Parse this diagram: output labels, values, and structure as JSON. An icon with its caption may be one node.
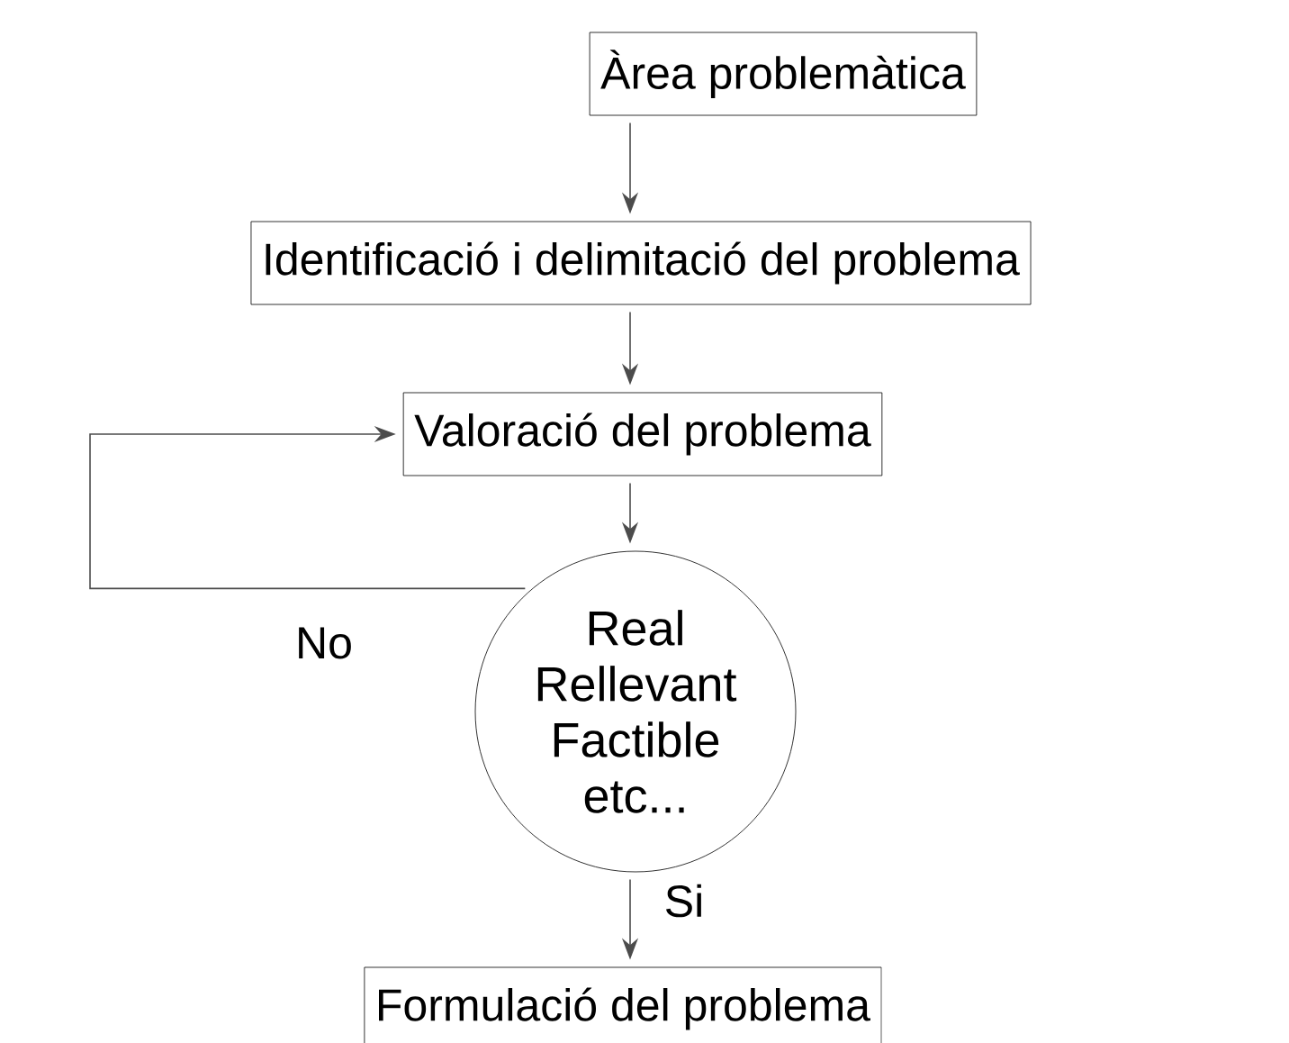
{
  "diagram": {
    "nodes": [
      {
        "text": [
          "Àrea problemàtica"
        ]
      },
      {
        "text": [
          "Identificació i delimitació del problema"
        ]
      },
      {
        "text": [
          "Valoració del problema"
        ]
      },
      {
        "text": [
          "Real Rellevant Factible etc..."
        ]
      },
      {
        "text": [
          "Formulació del problema"
        ]
      }
    ],
    "edges": [
      {
        "from": 0,
        "to": 1,
        "arrow": "to"
      },
      {
        "from": 1,
        "to": 2,
        "arrow": "to"
      },
      {
        "from": 2,
        "to": 3,
        "arrow": "to"
      },
      {
        "from": 3,
        "to": 2,
        "arrow": "to",
        "label": "No"
      },
      {
        "from": 3,
        "to": 4,
        "arrow": "to",
        "label": "Si"
      }
    ]
  }
}
